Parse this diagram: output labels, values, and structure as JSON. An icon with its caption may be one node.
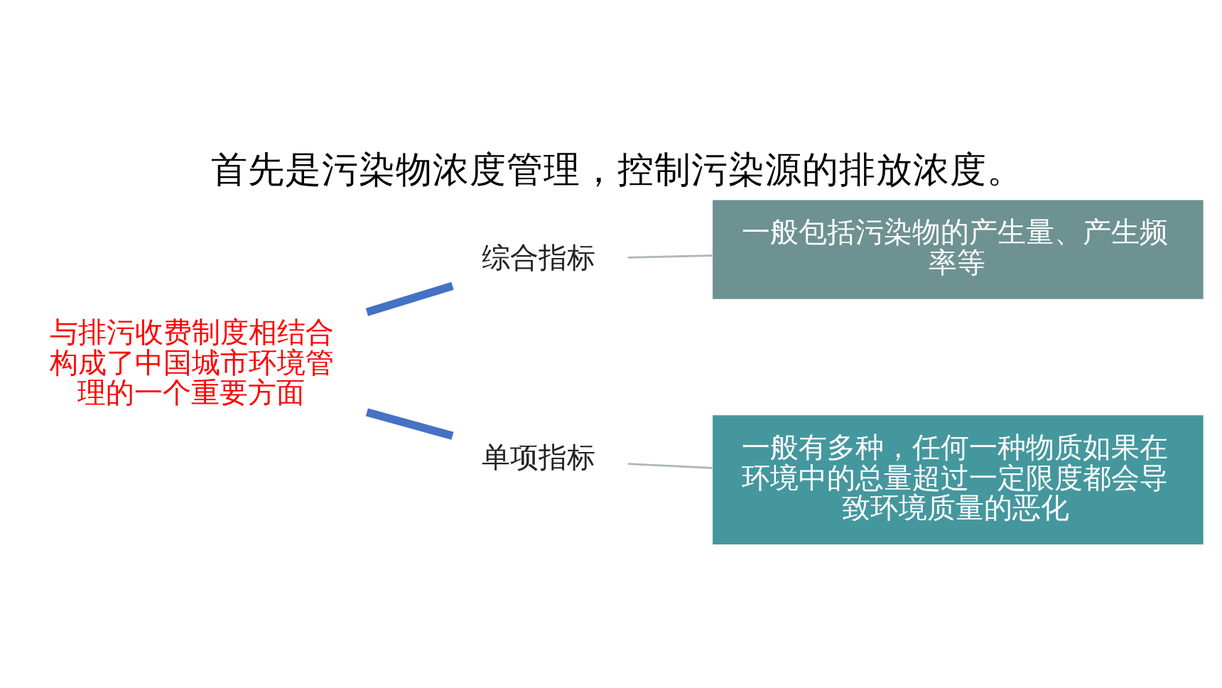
{
  "diagram": {
    "title": "首先是污染物浓度管理，控制污染源的排放浓度。",
    "nodes": [
      {
        "text": [
          "与排污收费制度相结合构成了中国城市环境管理的一个重要方面"
        ]
      },
      {
        "text": [
          "综合指标"
        ]
      },
      {
        "text": [
          "单项指标"
        ]
      },
      {
        "text": [
          "一般包括污染物的产生量、产生频率等"
        ]
      },
      {
        "text": [
          "一般有多种，任何一种物质如果在环境中的总量超过一定限度都会导致环境质量的恶化"
        ]
      }
    ],
    "edges": [
      {
        "from": 0,
        "to": 1,
        "arrow": "none",
        "style": "thick",
        "color": "#4472c4"
      },
      {
        "from": 0,
        "to": 2,
        "arrow": "none",
        "style": "thick",
        "color": "#4472c4"
      },
      {
        "from": 1,
        "to": 3,
        "arrow": "none",
        "color": "#b0b8b8"
      },
      {
        "from": 2,
        "to": 4,
        "arrow": "none",
        "color": "#b0b8b8"
      }
    ]
  }
}
